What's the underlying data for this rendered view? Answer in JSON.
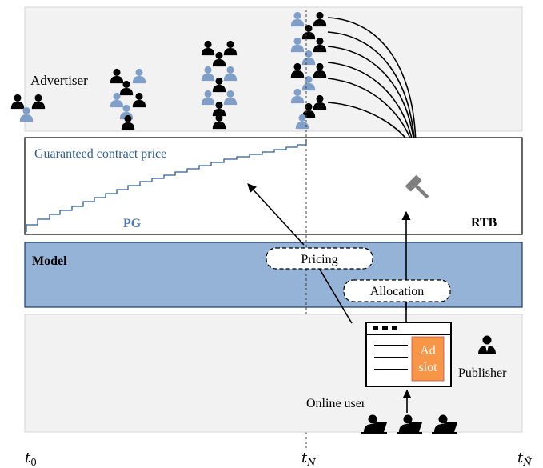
{
  "advertiser_label": "Advertiser",
  "pg_panel": {
    "price_label": "Guaranteed contract price",
    "pg_label": "PG",
    "rtb_label": "RTB"
  },
  "model_label": "Model",
  "pricing_label": "Pricing",
  "allocation_label": "Allocation",
  "ad_slot": {
    "line1": "Ad",
    "line2": "slot"
  },
  "publisher_label": "Publisher",
  "online_user_label": "Online user",
  "time_axis": {
    "t0": {
      "base": "t",
      "sub": "0"
    },
    "tN": {
      "base": "t",
      "sub": "N"
    },
    "tNtilde": {
      "base": "t",
      "sub": "Ñ"
    }
  },
  "colors": {
    "panel_gray": "#f2f2f2",
    "panel_border": "#d6d6d6",
    "model_fill": "#95b3d7",
    "model_border": "#1f3864",
    "price_blue": "#2e5c99",
    "person_blue": "#7f9fc8",
    "person_black": "#000000",
    "ad_slot_orange": "#f79646"
  },
  "icons": [
    "person-icon",
    "gavel-icon",
    "publisher-icon",
    "laptop-user-icon",
    "browser-window-icon"
  ]
}
